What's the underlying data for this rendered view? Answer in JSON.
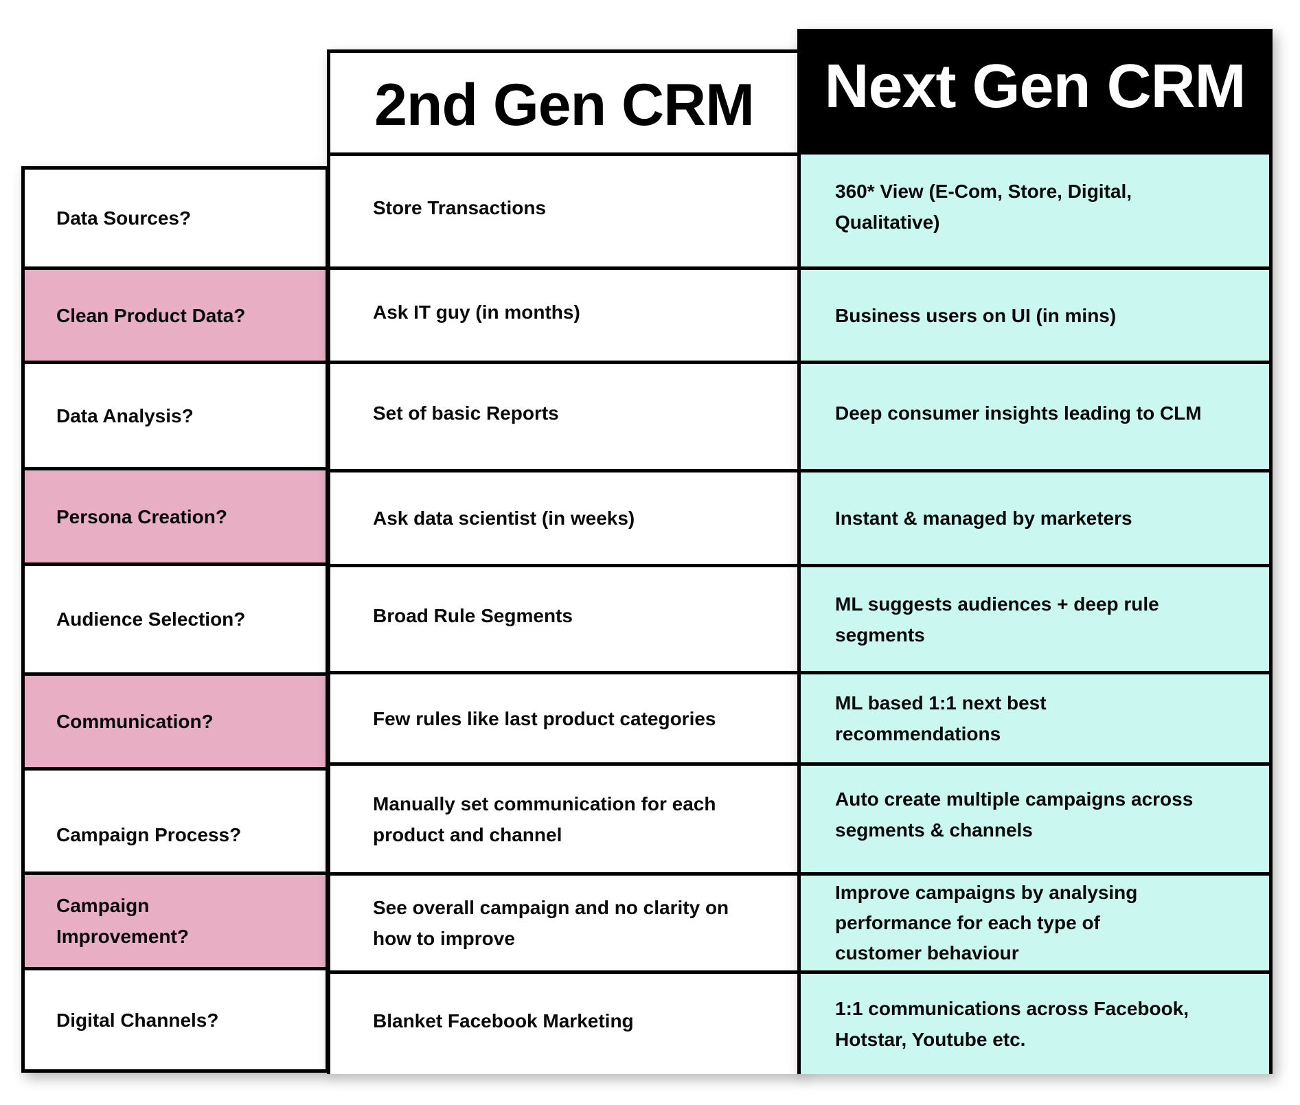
{
  "columns": {
    "criteria": {
      "rows": [
        {
          "label": "Data Sources?",
          "highlight": false
        },
        {
          "label": "Clean Product Data?",
          "highlight": true
        },
        {
          "label": "Data Analysis?",
          "highlight": false
        },
        {
          "label": "Persona Creation?",
          "highlight": true
        },
        {
          "label": "Audience Selection?",
          "highlight": false
        },
        {
          "label": "Communication?",
          "highlight": true
        },
        {
          "label": "Campaign Process?",
          "highlight": false
        },
        {
          "label": "Campaign Improvement?",
          "highlight": true
        },
        {
          "label": "Digital Channels?",
          "highlight": false
        }
      ]
    },
    "second_gen": {
      "title": "2nd Gen CRM",
      "rows": [
        "Store Transactions",
        "Ask IT guy (in months)",
        "Set of basic Reports",
        "Ask data scientist (in weeks)",
        "Broad Rule Segments",
        "Few rules like last product categories",
        "Manually set communication for each product and channel",
        "See overall campaign and no clarity on how to improve",
        "Blanket Facebook Marketing"
      ]
    },
    "next_gen": {
      "title": "Next Gen CRM",
      "rows": [
        "360* View (E-Com, Store, Digital, Qualitative)",
        "Business users on UI (in mins)",
        "Deep consumer insights leading to CLM",
        "Instant & managed by marketers",
        "ML suggests audiences + deep rule segments",
        "ML based 1:1 next best recommendations",
        "Auto create multiple campaigns across segments & channels",
        "Improve campaigns by analysing performance for each type of customer behaviour",
        "1:1 communications across Facebook, Hotstar, Youtube etc."
      ]
    }
  },
  "colors": {
    "highlight_pink": "#e8aec4",
    "next_gen_bg": "#cbf7f1",
    "header_black": "#000000",
    "border": "#000000"
  }
}
